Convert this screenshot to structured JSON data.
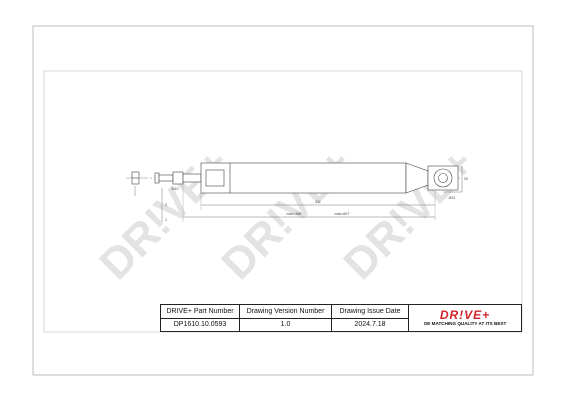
{
  "watermark": "DR!VE+",
  "drawing": {
    "dimensions": {
      "overall": "311",
      "length_a": "max=386",
      "length_b": "max=607",
      "eye_diameter": "Ø12",
      "eye_width": "20",
      "rod_length": "3",
      "thread": "M10",
      "offset": "1"
    }
  },
  "title_block": {
    "part_number_header": "DRIVE+ Part Number",
    "part_number": "DP1610.10.0593",
    "version_header": "Drawing Version Number",
    "version": "1.0",
    "issue_date_header": "Drawing Issue Date",
    "issue_date": "2024.7.18",
    "logo_text": "DR!VE+",
    "logo_tagline": "OE MATCHING QUALITY AT ITS BEST"
  },
  "colors": {
    "logo_red": "#d2232a",
    "line": "#444444",
    "watermark": "#e3e3e3"
  }
}
